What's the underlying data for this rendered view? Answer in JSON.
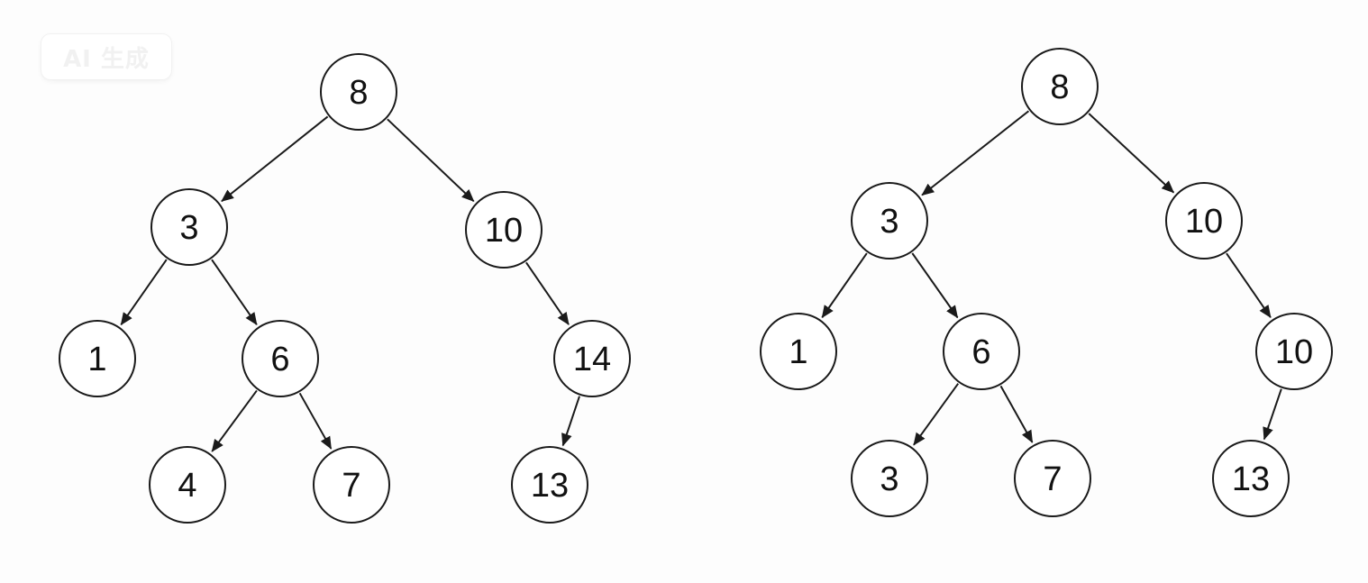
{
  "watermark": "AI 生成",
  "trees": [
    {
      "id": "tree-left",
      "nodes": [
        {
          "id": "L0",
          "label": "8"
        },
        {
          "id": "L1",
          "label": "3"
        },
        {
          "id": "L2",
          "label": "10"
        },
        {
          "id": "L3",
          "label": "1"
        },
        {
          "id": "L4",
          "label": "6"
        },
        {
          "id": "L5",
          "label": "14"
        },
        {
          "id": "L6",
          "label": "4"
        },
        {
          "id": "L7",
          "label": "7"
        },
        {
          "id": "L8",
          "label": "13"
        }
      ],
      "edges": [
        {
          "from": "L0",
          "to": "L1"
        },
        {
          "from": "L0",
          "to": "L2"
        },
        {
          "from": "L1",
          "to": "L3"
        },
        {
          "from": "L1",
          "to": "L4"
        },
        {
          "from": "L2",
          "to": "L5"
        },
        {
          "from": "L4",
          "to": "L6"
        },
        {
          "from": "L4",
          "to": "L7"
        },
        {
          "from": "L5",
          "to": "L8"
        }
      ]
    },
    {
      "id": "tree-right",
      "nodes": [
        {
          "id": "R0",
          "label": "8"
        },
        {
          "id": "R1",
          "label": "3"
        },
        {
          "id": "R2",
          "label": "10"
        },
        {
          "id": "R3",
          "label": "1"
        },
        {
          "id": "R4",
          "label": "6"
        },
        {
          "id": "R5",
          "label": "10"
        },
        {
          "id": "R6",
          "label": "3"
        },
        {
          "id": "R7",
          "label": "7"
        },
        {
          "id": "R8",
          "label": "13"
        }
      ],
      "edges": [
        {
          "from": "R0",
          "to": "R1"
        },
        {
          "from": "R0",
          "to": "R2"
        },
        {
          "from": "R1",
          "to": "R3"
        },
        {
          "from": "R1",
          "to": "R4"
        },
        {
          "from": "R2",
          "to": "R5"
        },
        {
          "from": "R4",
          "to": "R6"
        },
        {
          "from": "R4",
          "to": "R7"
        },
        {
          "from": "R5",
          "to": "R8"
        }
      ]
    }
  ]
}
